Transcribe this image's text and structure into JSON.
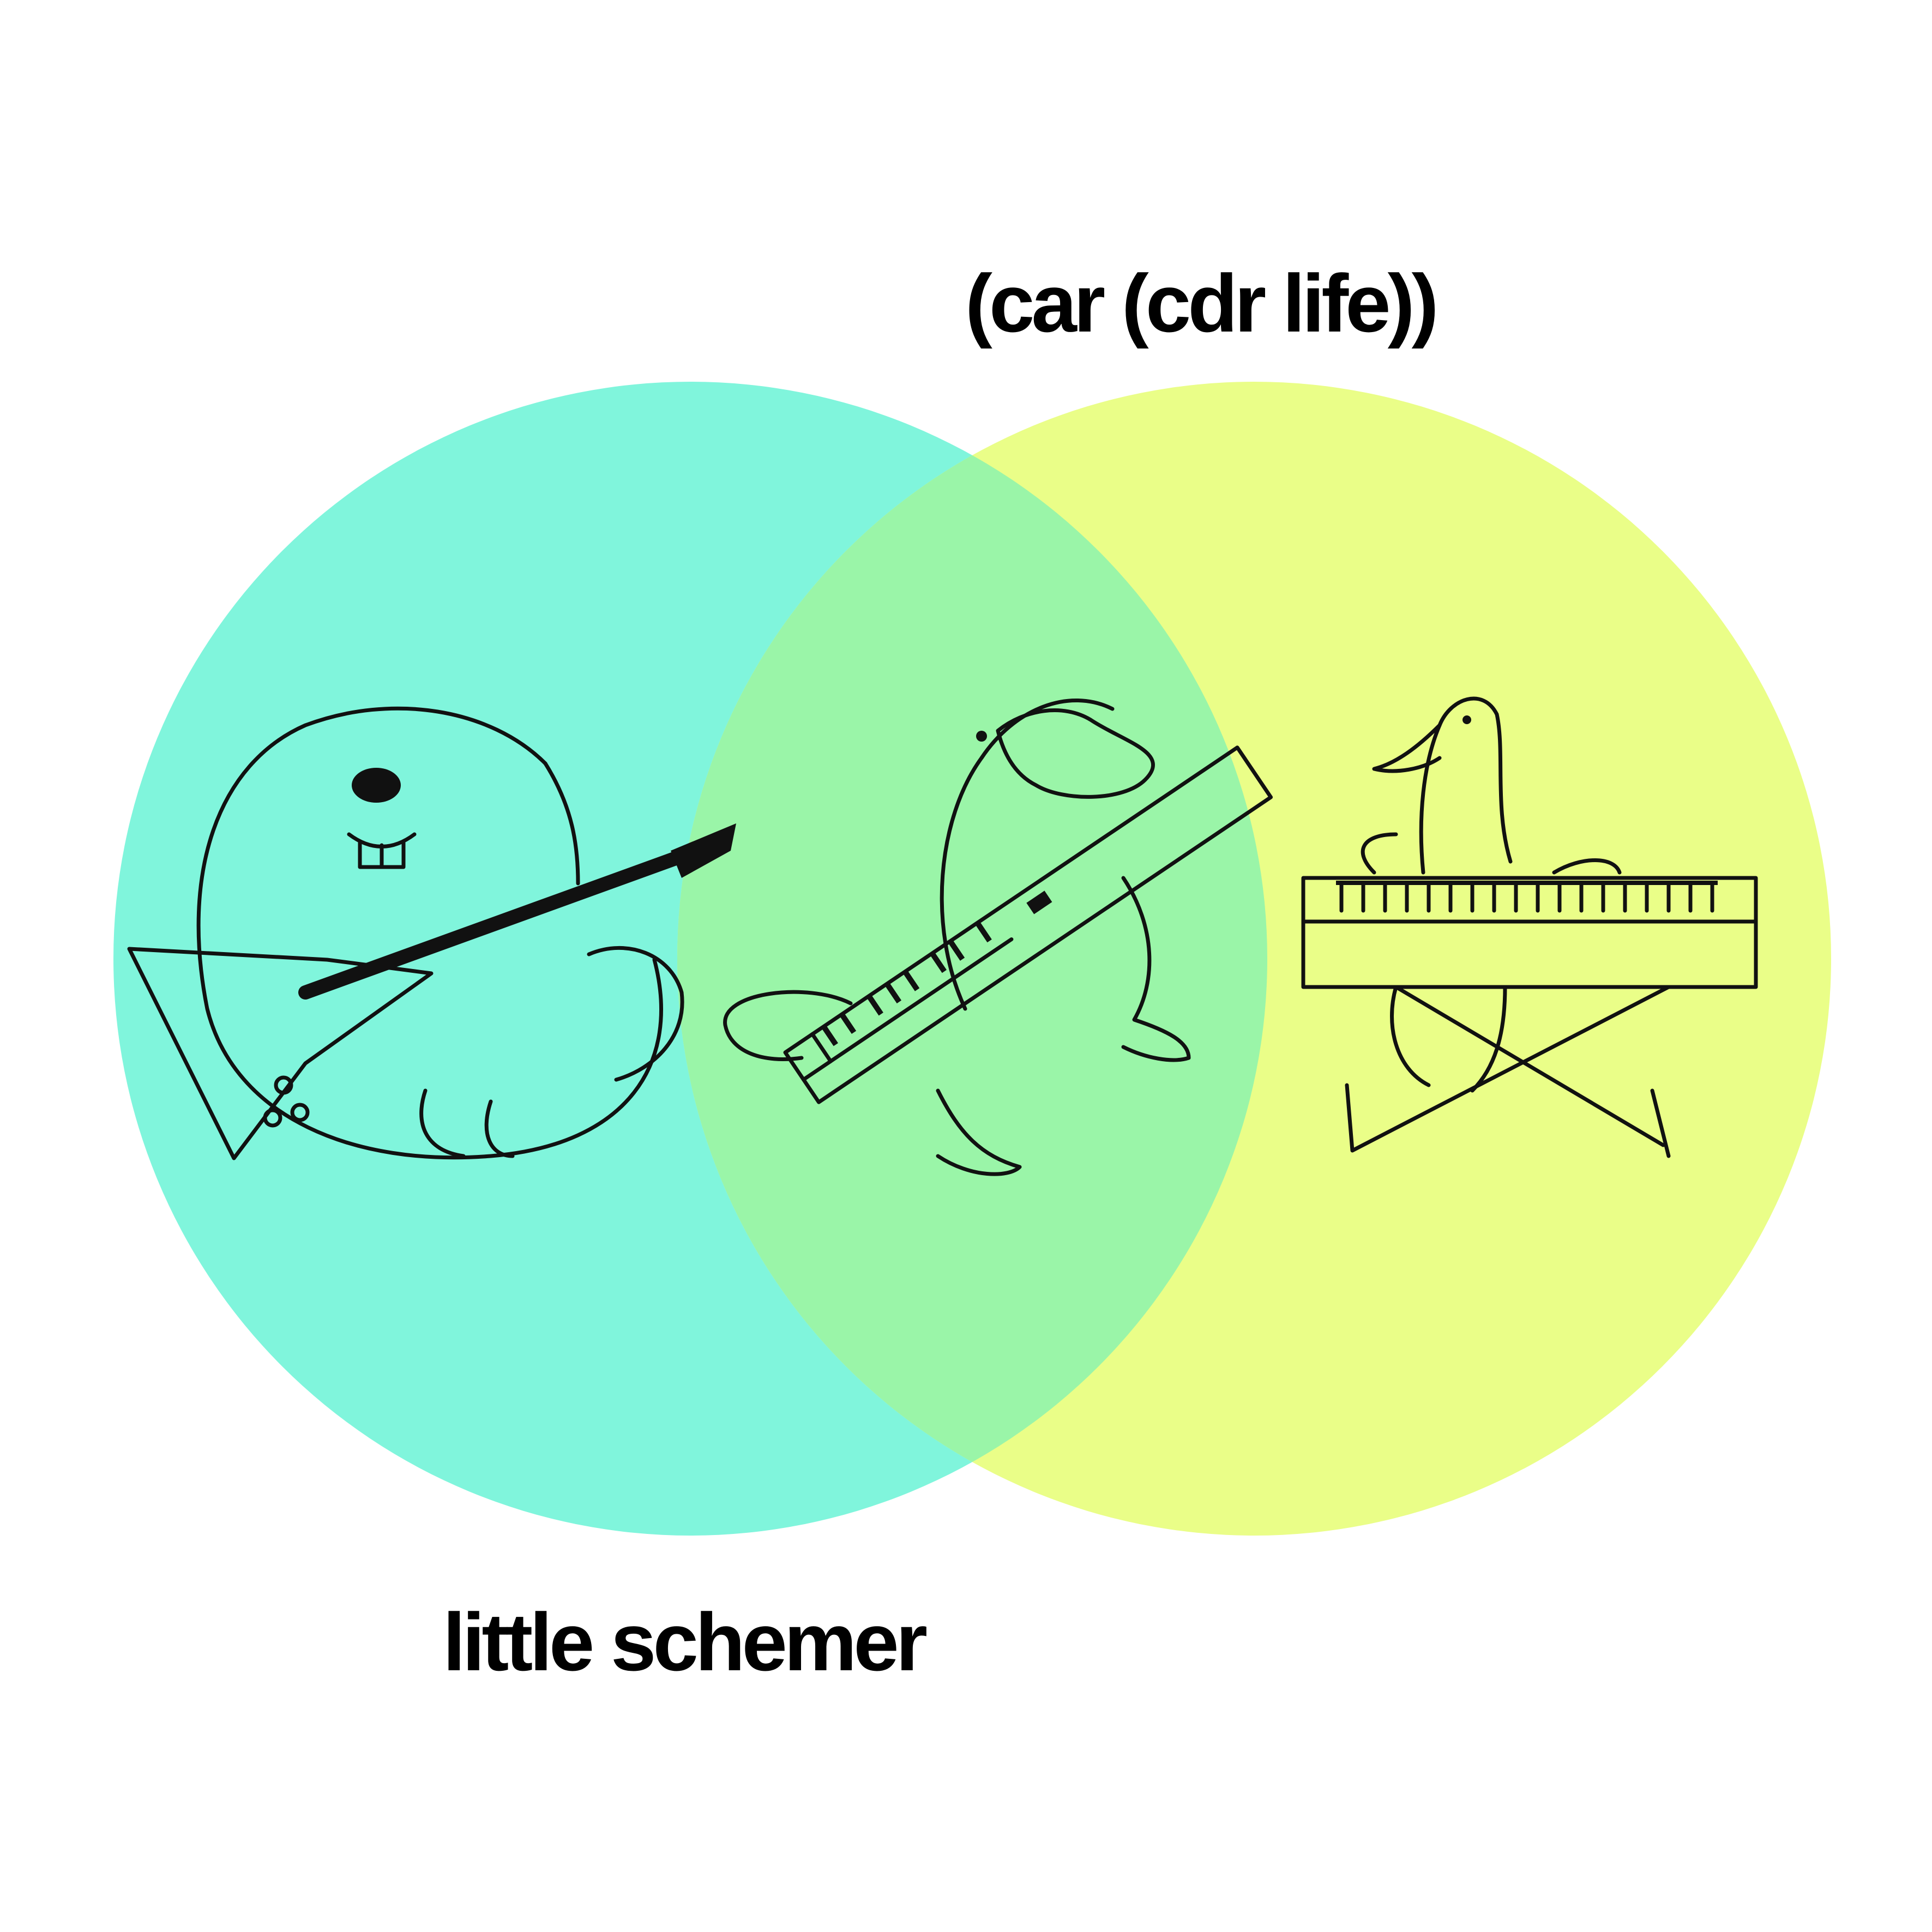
{
  "diagram": {
    "type": "venn",
    "sets": [
      {
        "label": "little schemer",
        "color": "#80f5dc",
        "member_icon": "beaver-guitar-icon"
      },
      {
        "label": "(car (cdr life))",
        "color": "#eafe88",
        "member_icon": "duck-keyboard-icon"
      }
    ],
    "intersection": {
      "color": "#9af5a8",
      "member_icon": "platypus-keytar-icon"
    }
  }
}
